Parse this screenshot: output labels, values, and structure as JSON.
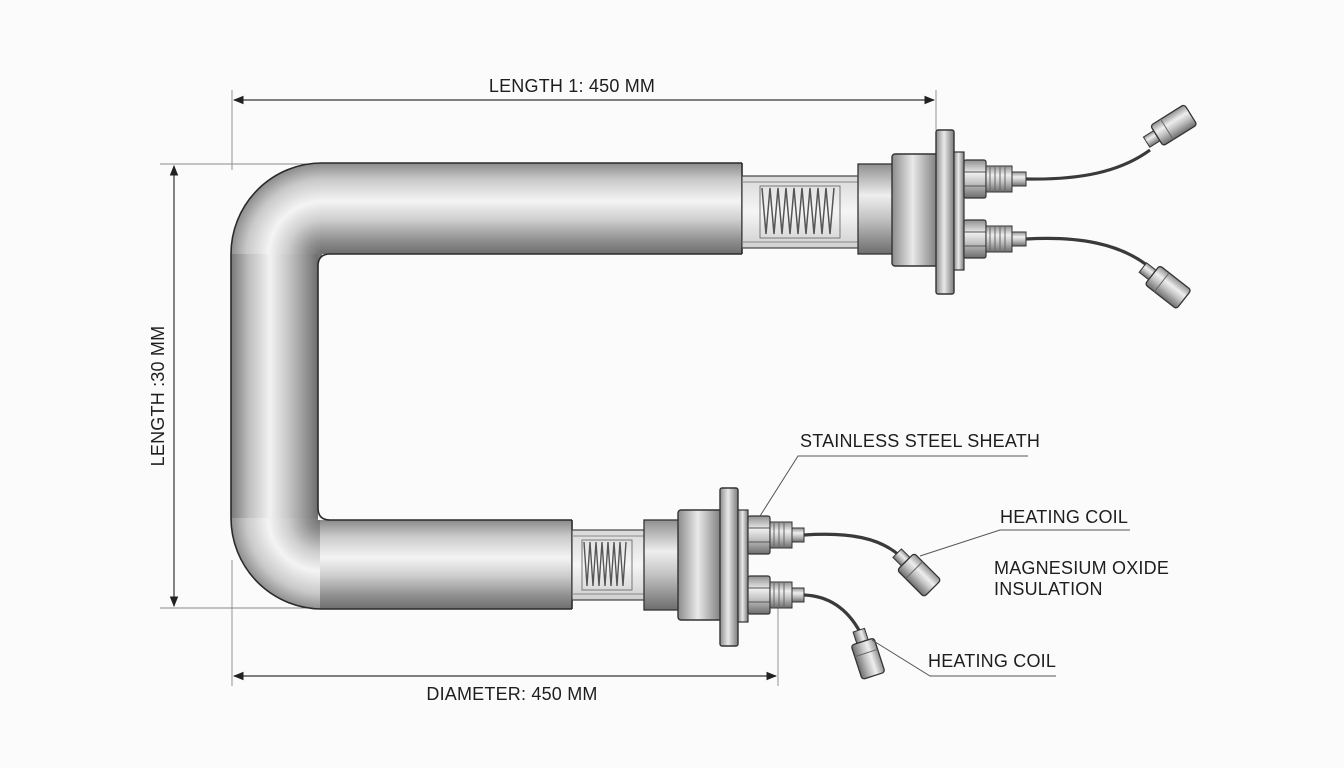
{
  "dimensions": {
    "top_length": "LENGTH 1: 450 MM",
    "side_length": "LENGTH :30 MM",
    "bottom_diameter": "DIAMETER: 450 MM"
  },
  "callouts": {
    "sheath": "STAINLESS STEEL SHEATH",
    "heating_coil_upper": "HEATING COIL",
    "insulation_line1": "MAGNESIUM OXIDE",
    "insulation_line2": "INSULATION",
    "heating_coil_lower": "HEATING COIL"
  },
  "colors": {
    "tube_dark": "#6f6f6f",
    "tube_light": "#f2f2f2",
    "outline": "#2a2a2a",
    "wire": "#3a3a3a"
  }
}
